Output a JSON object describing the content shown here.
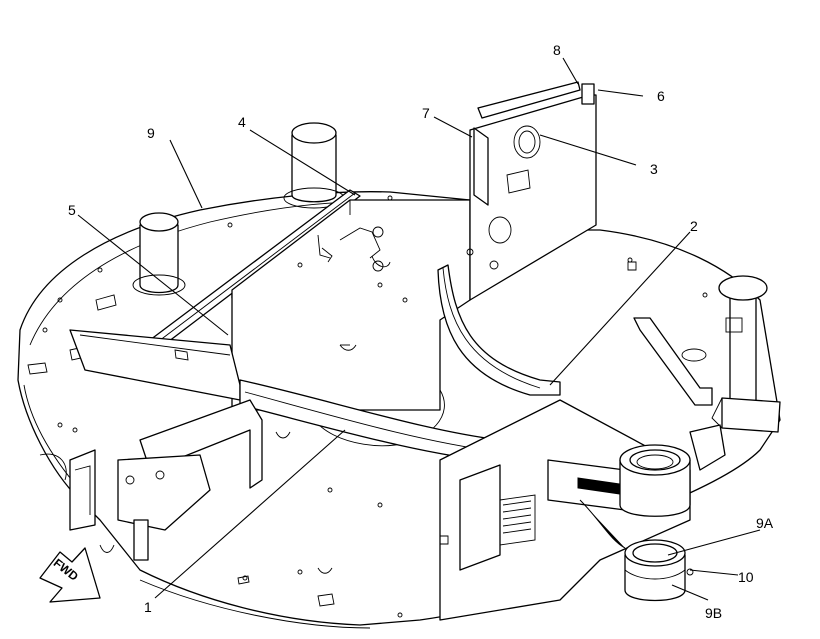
{
  "callouts": {
    "c1": "1",
    "c2": "2",
    "c3": "3",
    "c4": "4",
    "c5": "5",
    "c6": "6",
    "c7": "7",
    "c8": "8",
    "c9": "9",
    "c9a": "9A",
    "c9b": "9B",
    "c10": "10"
  },
  "fwd_label": "FWD"
}
